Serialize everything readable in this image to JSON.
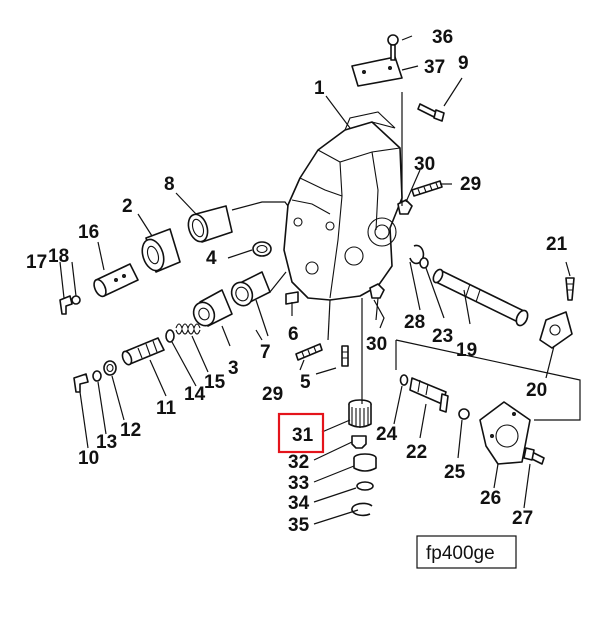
{
  "diagram": {
    "drawing_code": "fp400ge",
    "highlighted_callout": "31",
    "highlight_color": "#e4141b",
    "callouts": [
      "1",
      "2",
      "3",
      "4",
      "5",
      "6",
      "7",
      "8",
      "9",
      "10",
      "11",
      "12",
      "13",
      "14",
      "15",
      "16",
      "17",
      "18",
      "19",
      "20",
      "21",
      "22",
      "23",
      "24",
      "25",
      "26",
      "27",
      "28",
      "29",
      "29",
      "30",
      "30",
      "31",
      "32",
      "33",
      "34",
      "35",
      "36",
      "37"
    ]
  }
}
